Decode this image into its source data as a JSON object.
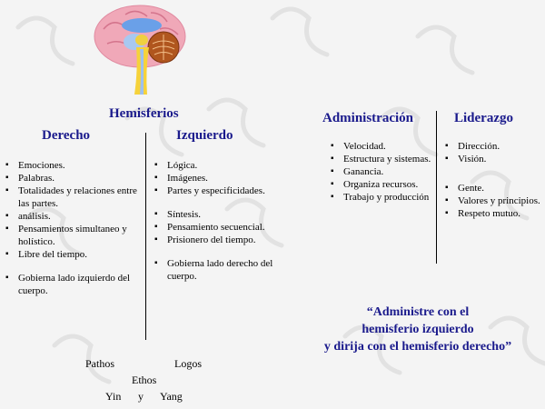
{
  "hemispheres": {
    "title": "Hemisferios",
    "right": {
      "heading": "Derecho",
      "items": [
        "Emociones.",
        "Palabras.",
        "Totalidades y relaciones entre las partes.",
        "análisis.",
        "Pensamientos simultaneo y holístico.",
        "Libre del tiempo.",
        "",
        "Gobierna lado izquierdo del cuerpo."
      ]
    },
    "left": {
      "heading": "Izquierdo",
      "items": [
        "Lógica.",
        "Imágenes.",
        "Partes y especificidades.",
        "",
        "Síntesis.",
        "Pensamiento secuencial.",
        "Prisionero del tiempo.",
        "",
        "Gobierna lado derecho del cuerpo."
      ]
    }
  },
  "management": {
    "heading": "Administración",
    "items": [
      "Velocidad.",
      "Estructura y sistemas.",
      "Ganancia.",
      "Organiza recursos.",
      "Trabajo y producción"
    ]
  },
  "leadership": {
    "heading": "Liderazgo",
    "items": [
      "Dirección.",
      "Visión.",
      "",
      "Gente.",
      "Valores y principios.",
      "Respeto mutuo."
    ]
  },
  "quote": {
    "line1": "“Administre con el",
    "line2": "hemisferio  izquierdo",
    "line3": "y dirija con el hemisferio derecho”"
  },
  "bottom": {
    "pathos": "Pathos",
    "logos": "Logos",
    "ethos": "Ethos",
    "yin": "Yin",
    "y": "y",
    "yang": "Yang"
  },
  "colors": {
    "heading": "#1a1a8c",
    "background": "#f4f4f4"
  }
}
